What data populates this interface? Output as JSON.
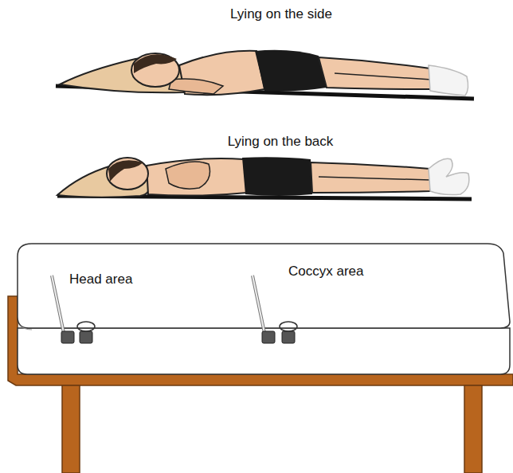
{
  "diagram": {
    "labels": [
      "Lying on the side",
      "Lying on the back",
      "Head area",
      "Coccyx area"
    ]
  }
}
